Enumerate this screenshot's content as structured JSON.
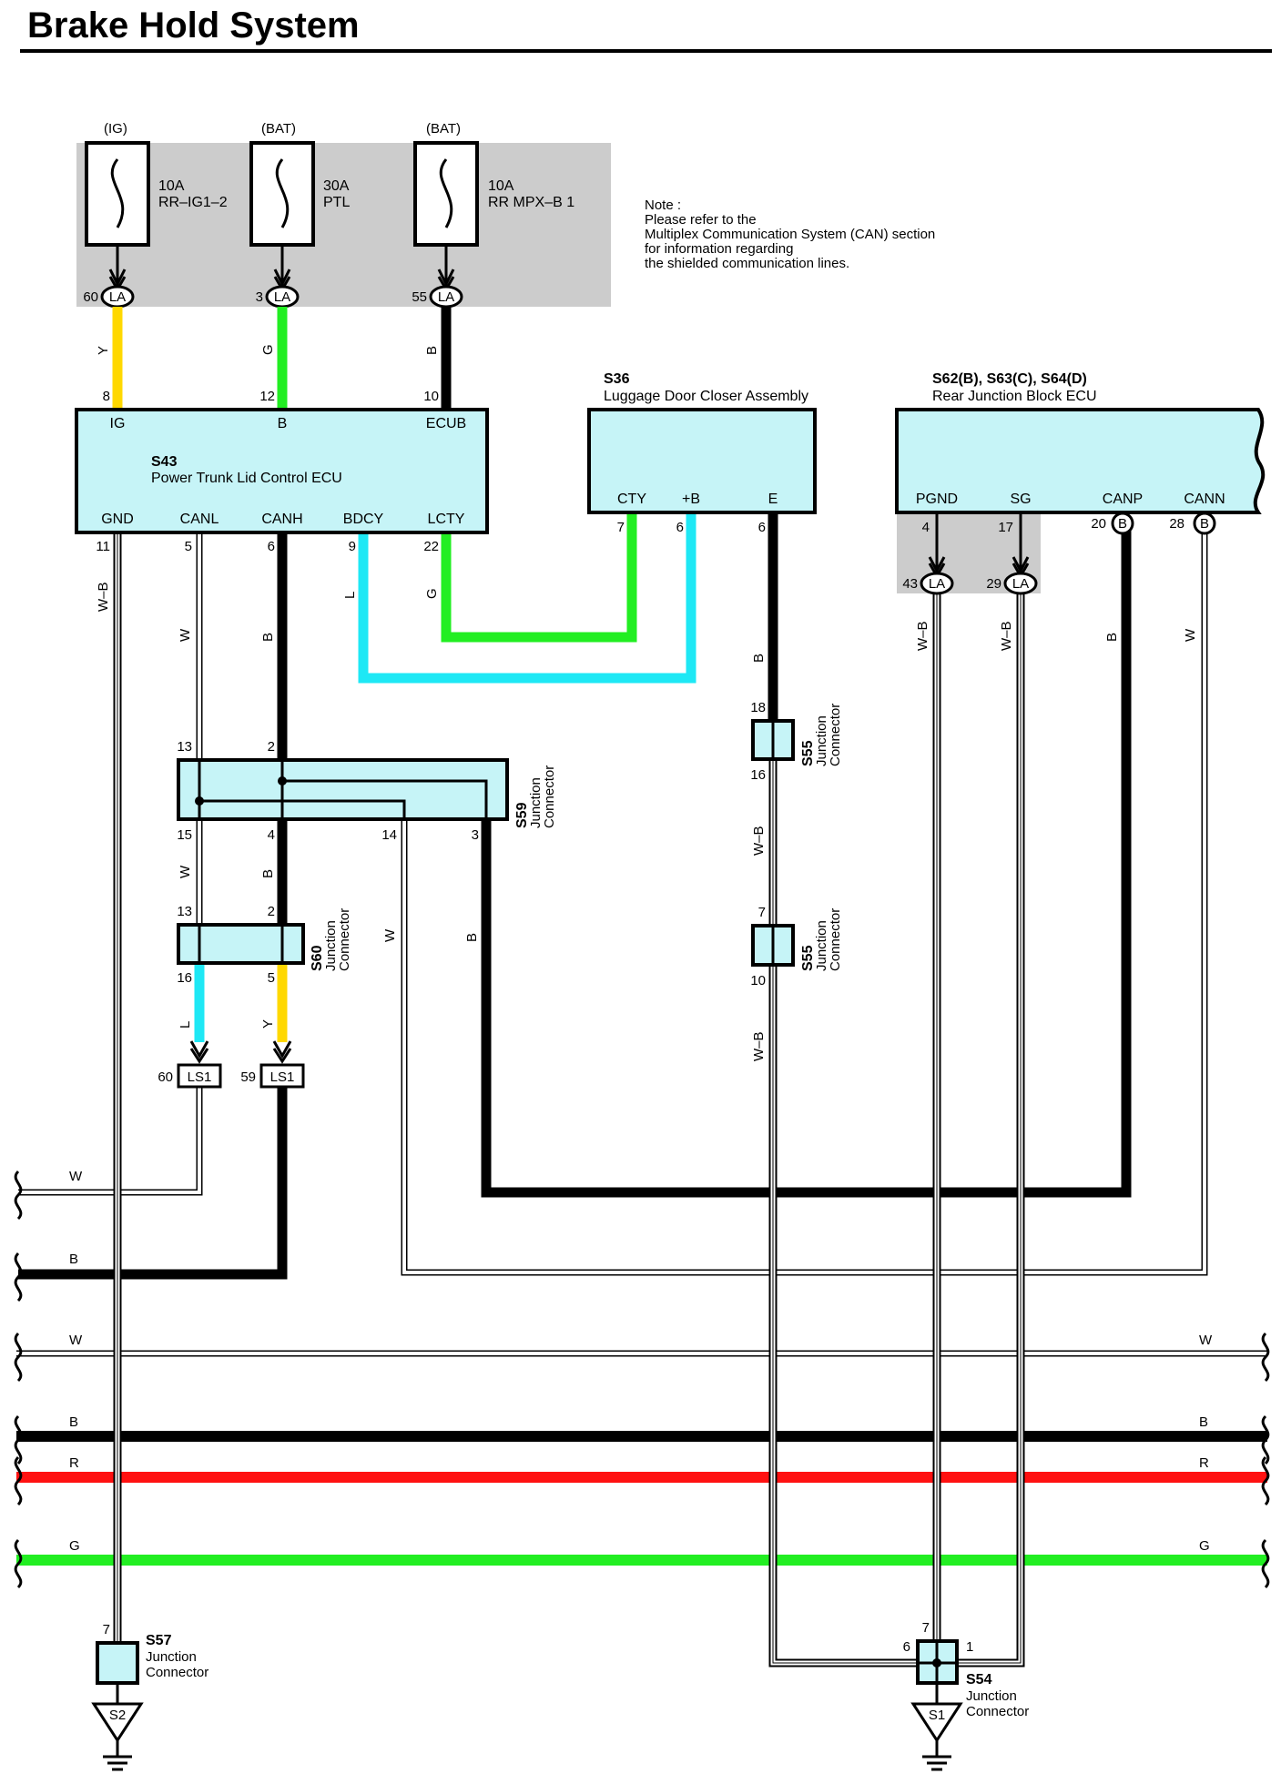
{
  "title": "Brake Hold System",
  "colors": {
    "yellow": "#ffd800",
    "green": "#22ee22",
    "black": "#000000",
    "cyan": "#1ee8f5",
    "red": "#ff1111",
    "box_fill": "#c6f4f7",
    "shade": "#cccccc"
  },
  "note": {
    "lines": [
      "Note :",
      "Please refer to the",
      "Multiplex Communication System (CAN) section",
      "for information regarding",
      "the shielded communication lines."
    ]
  },
  "fuses": [
    {
      "source": "(IG)",
      "rating": "10A",
      "name": "RR–IG1–2",
      "pin": "60",
      "conn": "LA",
      "wire": "Y",
      "ecu_pin": "8"
    },
    {
      "source": "(BAT)",
      "rating": "30A",
      "name": "PTL",
      "pin": "3",
      "conn": "LA",
      "wire": "G",
      "ecu_pin": "12"
    },
    {
      "source": "(BAT)",
      "rating": "10A",
      "name": "RR MPX–B 1",
      "pin": "55",
      "conn": "LA",
      "wire": "B",
      "ecu_pin": "10"
    }
  ],
  "ecu_s43": {
    "id": "S43",
    "name": "Power Trunk Lid Control ECU",
    "top_terminals": [
      "IG",
      "B",
      "ECUB"
    ],
    "bottom_terminals": [
      "GND",
      "CANL",
      "CANH",
      "BDCY",
      "LCTY"
    ],
    "bottom_pins": [
      "11",
      "5",
      "6",
      "9",
      "22"
    ],
    "wires": [
      "W–B",
      "W",
      "B",
      "L",
      "G"
    ]
  },
  "s36": {
    "id": "S36",
    "name": "Luggage Door Closer Assembly",
    "terminals": [
      "CTY",
      "+B",
      "E"
    ],
    "pins": [
      "7",
      "6",
      "6"
    ],
    "wire_e": "B"
  },
  "rear_jb": {
    "id": "S62(B), S63(C), S64(D)",
    "name": "Rear Junction Block ECU",
    "terminals": [
      "PGND",
      "SG",
      "CANP",
      "CANN"
    ],
    "pins": [
      "4",
      "17",
      "20",
      "28"
    ],
    "pin_conns": [
      "B",
      "B"
    ],
    "la_pins": [
      "43",
      "29"
    ],
    "la_conn": "LA",
    "wires": [
      "W–B",
      "W–B",
      "B",
      "W"
    ]
  },
  "junctions": {
    "s59": {
      "id": "S59",
      "label": "Junction Connector",
      "pins": [
        "13",
        "2",
        "15",
        "4",
        "14",
        "3"
      ],
      "wires": [
        "W",
        "B",
        "W",
        "B"
      ]
    },
    "s60": {
      "id": "S60",
      "label": "Junction Connector",
      "pins": [
        "13",
        "2",
        "16",
        "5"
      ],
      "wires": [
        "L",
        "Y"
      ]
    },
    "s55a": {
      "id": "S55",
      "label": "Junction Connector",
      "pins": [
        "18",
        "16"
      ],
      "wire": "W–B"
    },
    "s55b": {
      "id": "S55",
      "label": "Junction Connector",
      "pins": [
        "7",
        "10"
      ],
      "wire": "W–B"
    },
    "s57": {
      "id": "S57",
      "label": "Junction Connector",
      "pin": "7"
    },
    "s54": {
      "id": "S54",
      "label": "Junction Connector",
      "pins": [
        "7",
        "6",
        "1"
      ]
    }
  },
  "ls1": [
    {
      "pin": "60",
      "conn": "LS1"
    },
    {
      "pin": "59",
      "conn": "LS1"
    }
  ],
  "grounds": [
    "S2",
    "S1"
  ],
  "bus_wires": {
    "w_left": "W",
    "b_left": "B",
    "w_full": [
      "W",
      "W"
    ],
    "b_full": [
      "B",
      "B"
    ],
    "r_full": [
      "R",
      "R"
    ],
    "g_full": [
      "G",
      "G"
    ]
  },
  "junction_word": "Junction",
  "connector_word": "Connector"
}
